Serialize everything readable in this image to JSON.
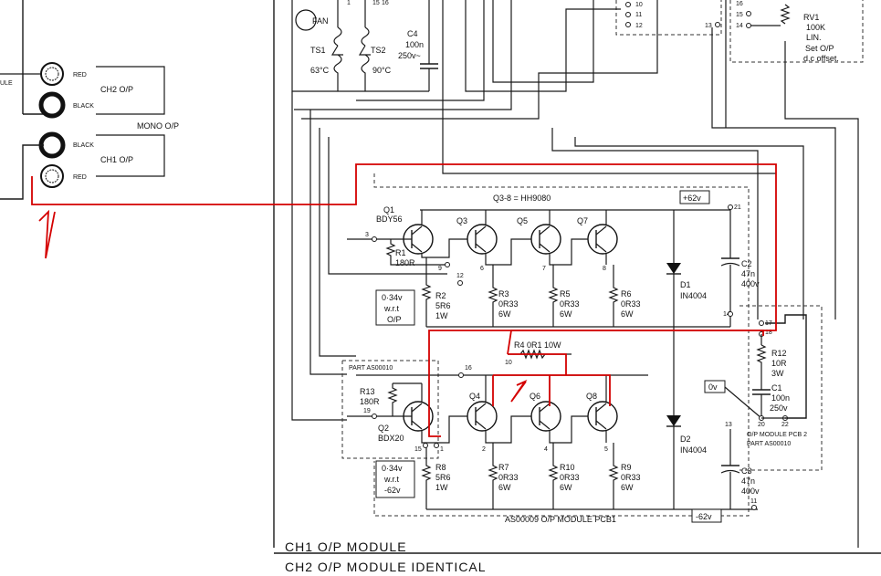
{
  "labels": {
    "fan": "FAN",
    "ts1": "TS1",
    "ts1_temp": "63°C",
    "ts2": "TS2",
    "ts2_temp": "90°C",
    "c4": "C4",
    "c4_val": "100n",
    "c4_volt": "250v~",
    "rv1": "RV1",
    "rv1_val": "100K",
    "rv1_type": "LIN.",
    "rv1_note1": "Set O/P",
    "rv1_note2": "d.c offset.",
    "module": "ULE",
    "red1": "RED",
    "black1": "BLACK",
    "ch2": "CH2 O/P",
    "mono": "MONO O/P",
    "black2": "BLACK",
    "red2": "RED",
    "ch1": "CH1 O/P",
    "q_type": "Q3-8 = HH9080",
    "plus62": "+62v",
    "minus62": "-62v",
    "zero_v": "0v",
    "q1": "Q1",
    "q1_type": "BDY56",
    "q2": "Q2",
    "q2_type": "BDX20",
    "q3": "Q3",
    "q4": "Q4",
    "q5": "Q5",
    "q6": "Q6",
    "q7": "Q7",
    "q8": "Q8",
    "r1": "R1",
    "r1_val": "180R",
    "r2": "R2",
    "r2_val": "5R6",
    "r2_w": "1W",
    "r3": "R3",
    "r3_val": "0R33",
    "r3_w": "6W",
    "r5": "R5",
    "r5_val": "0R33",
    "r5_w": "6W",
    "r6": "R6",
    "r6_val": "0R33",
    "r6_w": "6W",
    "r4": "R4 0R1 10W",
    "r7": "R7",
    "r7_val": "0R33",
    "r7_w": "6W",
    "r8": "R8",
    "r8_val": "5R6",
    "r8_w": "1W",
    "r9": "R9",
    "r9_val": "0R33",
    "r9_w": "6W",
    "r10": "R10",
    "r10_val": "0R33",
    "r10_w": "6W",
    "r12": "R12",
    "r12_val": "10R",
    "r12_w": "3W",
    "r13": "R13",
    "r13_val": "180R",
    "c1": "C1",
    "c1_val": "100n",
    "c1_volt": "250v",
    "c2": "C2",
    "c2_val": "47n",
    "c2_volt": "400v",
    "c3": "C3",
    "c3_val": "47n",
    "c3_volt": "400v",
    "d1": "D1",
    "d1_type": "IN4004",
    "d2": "D2",
    "d2_type": "IN4004",
    "v034a_1": "0·34v",
    "v034a_2": "w.r.t",
    "v034a_3": "O/P",
    "v034b_1": "0·34v",
    "v034b_2": "w.r.t",
    "v034b_3": "-62v",
    "part_a": "PART AS00010",
    "pcb2_1": "O/P MODULE PCB 2",
    "pcb2_2": "PART AS00010",
    "pcb1": "AS00009   O/P MODULE PCB1",
    "ch1_mod": "CH1 O/P MODULE",
    "ch2_mod": "CH2 O/P MODULE IDENTICAL"
  },
  "pins": {
    "p1": "1",
    "p3": "3",
    "p6": "6",
    "p7": "7",
    "p8": "8",
    "p9": "9",
    "p10": "10",
    "p11": "11",
    "p12": "12",
    "p13": "13",
    "p14": "14",
    "p15": "15",
    "p16": "16",
    "p17": "17",
    "p18": "18",
    "p19": "19",
    "p20": "20",
    "p21": "21",
    "p22": "22",
    "p2": "2",
    "p4": "4",
    "p5": "5",
    "t10": "10",
    "t11": "11",
    "t12": "12",
    "t13": "13",
    "t15": "15",
    "t16": "16",
    "t14": "14",
    "top1": "1",
    "top15": "15",
    "top16": "16"
  },
  "colors": {
    "ink": "#1a1a1a",
    "annotation": "#d40000"
  }
}
